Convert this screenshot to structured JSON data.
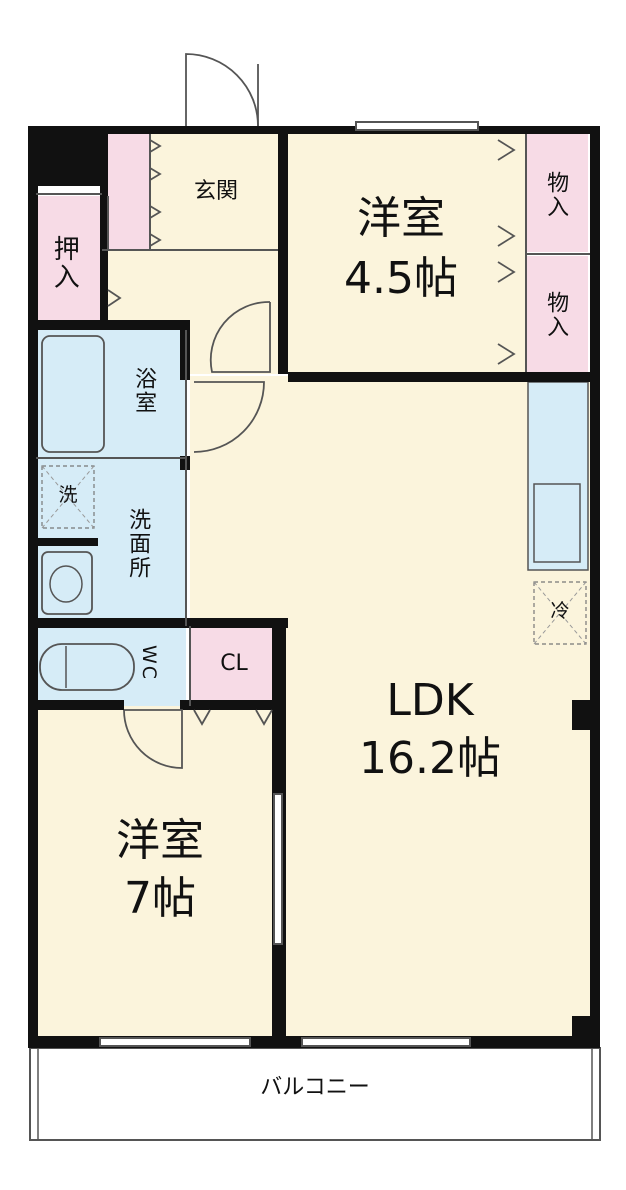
{
  "rooms": {
    "western_45": {
      "name": "洋室",
      "size": "4.5帖"
    },
    "western_7": {
      "name": "洋室",
      "size": "7帖"
    },
    "ldk": {
      "name": "LDK",
      "size": "16.2帖"
    },
    "entrance": "玄関",
    "oshiire": "押入",
    "storage_1": "物入",
    "storage_2": "物入",
    "bath": "浴室",
    "washroom": "洗面所",
    "wc": "WC",
    "closet": "CL",
    "balcony": "バルコニー"
  },
  "fixtures": {
    "washer": "洗",
    "fridge": "冷"
  },
  "colors": {
    "wall": "#111111",
    "wood_floor": "#fbf4dc",
    "wet_area": "#d6ecf7",
    "storage": "#f7dbe6",
    "outline": "#555555"
  }
}
